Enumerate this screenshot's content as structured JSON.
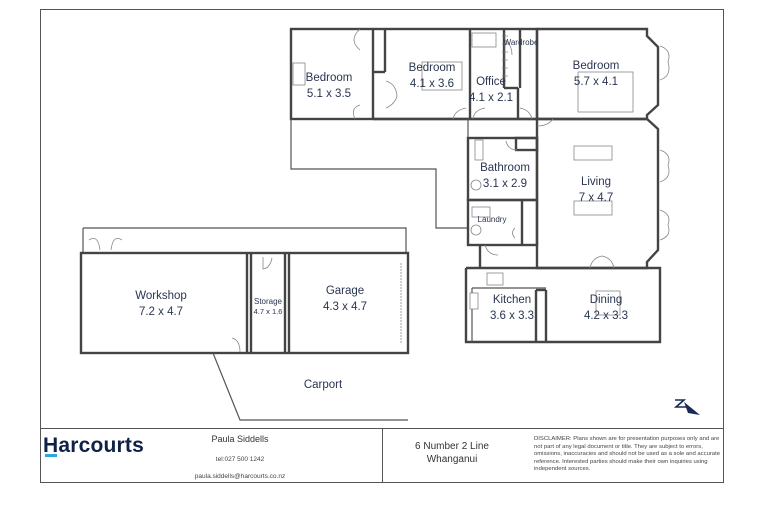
{
  "plan": {
    "rooms": [
      {
        "id": "bedroom-1",
        "name": "Bedroom",
        "dims": "5.1 x 3.5"
      },
      {
        "id": "bedroom-2",
        "name": "Bedroom",
        "dims": "4.1 x 3.6"
      },
      {
        "id": "office",
        "name": "Office",
        "dims": "4.1 x 2.1"
      },
      {
        "id": "wardrobe",
        "name": "Wardrobe",
        "dims": ""
      },
      {
        "id": "bedroom-3",
        "name": "Bedroom",
        "dims": "5.7 x 4.1"
      },
      {
        "id": "bathroom",
        "name": "Bathroom",
        "dims": "3.1 x 2.9"
      },
      {
        "id": "living",
        "name": "Living",
        "dims": "7 x 4.7"
      },
      {
        "id": "laundry",
        "name": "Laundry",
        "dims": ""
      },
      {
        "id": "kitchen",
        "name": "Kitchen",
        "dims": "3.6 x 3.3"
      },
      {
        "id": "dining",
        "name": "Dining",
        "dims": "4.2 x 3.3"
      },
      {
        "id": "workshop",
        "name": "Workshop",
        "dims": "7.2 x 4.7"
      },
      {
        "id": "storage",
        "name": "Storage",
        "dims": "4.7 x 1.6"
      },
      {
        "id": "garage",
        "name": "Garage",
        "dims": "4.3 x 4.7"
      },
      {
        "id": "carport",
        "name": "Carport",
        "dims": ""
      }
    ],
    "compass": "north-arrow-icon",
    "colors": {
      "wall": "#444444",
      "label": "#2a3550",
      "brand": "#0f2147",
      "brand_accent": "#2aa7df"
    }
  },
  "footer": {
    "brand": "Harcourts",
    "agent_name": "Paula Siddells",
    "agent_tel": "tel:027 500 1242",
    "agent_email": "paula.siddells@harcourts.co.nz",
    "address_line1": "6 Number 2 Line",
    "address_line2": "Whanganui",
    "disclaimer": "DISCLAIMER:  Plans shown are for presentation purposes only and are not part of any legal document or title. They are subject to errors, omissions, inaccuracies and should not be used as a sole and accurate reference. Interested parties should make their own inquiries using independent sources."
  }
}
